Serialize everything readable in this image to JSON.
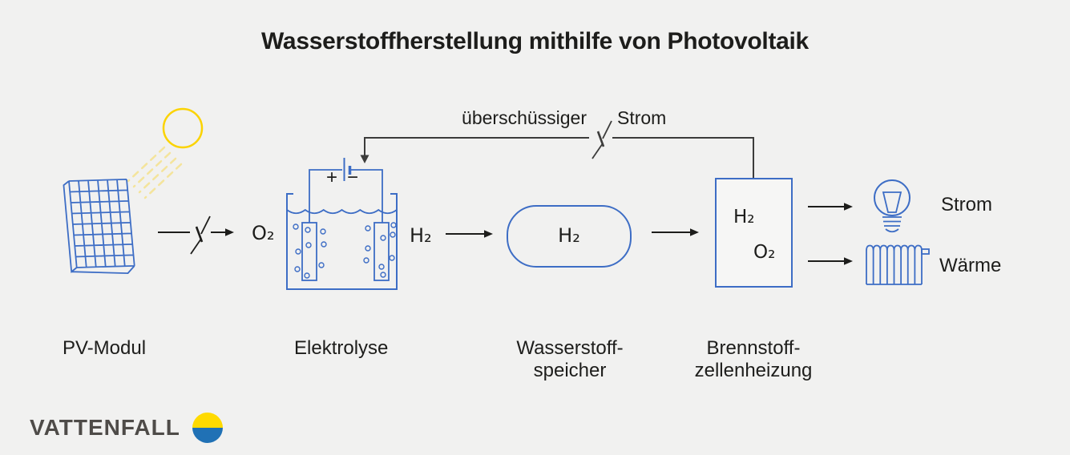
{
  "title": "Wasserstoffherstellung mithilfe von Photovoltaik",
  "top_flow": {
    "label_left": "überschüssiger",
    "label_right": "Strom"
  },
  "pv": {
    "label": "PV-Modul"
  },
  "electrolysis": {
    "label": "Elektrolyse",
    "o2": "O₂",
    "h2": "H₂",
    "battery_plus": "+",
    "battery_minus": "−"
  },
  "storage": {
    "h2": "H₂",
    "label_line1": "Wasserstoff-",
    "label_line2": "speicher"
  },
  "fuelcell": {
    "h2": "H₂",
    "o2": "O₂",
    "label_line1": "Brennstoff-",
    "label_line2": "zellenheizung"
  },
  "outputs": {
    "electricity": "Strom",
    "heat": "Wärme"
  },
  "logo": {
    "text": "VATTENFALL"
  },
  "colors": {
    "background": "#f1f1f0",
    "diagram_blue": "#3d6dc5",
    "sun_yellow": "#fbd301",
    "ray_yellow": "#f4e49c",
    "ink_black": "#1d1d1b",
    "line_gray": "#3c3c3b",
    "logo_text_gray": "#4e4b48",
    "logo_yellow": "#ffda00",
    "logo_blue": "#2071b5"
  }
}
